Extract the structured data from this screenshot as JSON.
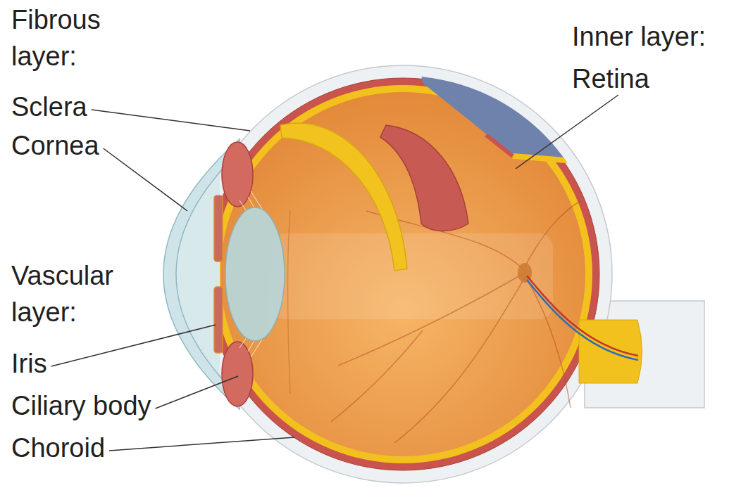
{
  "diagram": {
    "labels": [
      "Fibrous layer:",
      "Sclera",
      "Cornea",
      "Inner layer:",
      "Retina",
      "Vascular layer:",
      "Iris",
      "Ciliary body",
      "Choroid"
    ]
  }
}
